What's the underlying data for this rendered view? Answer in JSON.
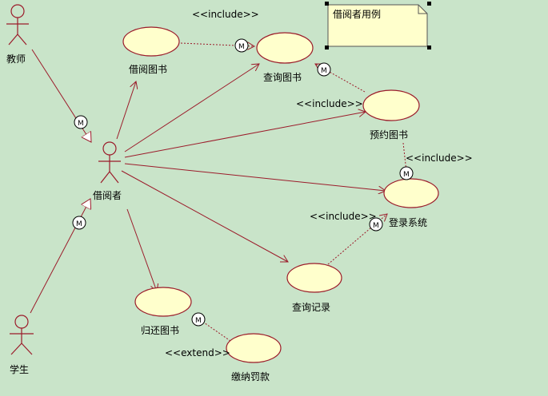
{
  "actors": {
    "teacher": "教师",
    "borrower": "借阅者",
    "student": "学生"
  },
  "usecases": {
    "borrow_book": "借阅图书",
    "query_book": "查询图书",
    "reserve_book": "预约图书",
    "login_system": "登录系统",
    "query_record": "查询记录",
    "return_book": "归还图书",
    "pay_fine": "缴纳罚款"
  },
  "stereotypes": {
    "include_query": "<<include>>",
    "include_reserve": "<<include>>",
    "include_login_from_reserve": "<<include>>",
    "include_login_from_record": "<<include>>",
    "extend_fine": "<<extend>>"
  },
  "note": {
    "text": "借阅者用例"
  },
  "marker_label": "M",
  "colors": {
    "background": "#c9e4c9",
    "line": "#9b1b2a",
    "usecase_fill": "#ffffcc"
  }
}
